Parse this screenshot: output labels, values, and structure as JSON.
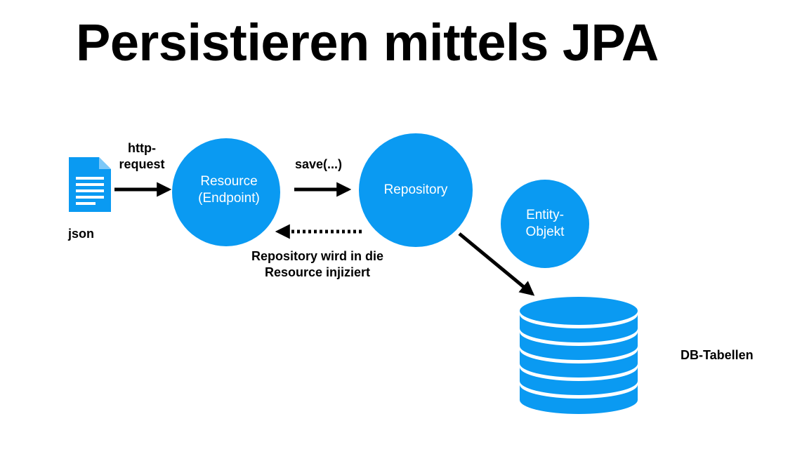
{
  "title": "Persistieren mittels JPA",
  "labels": {
    "http_line1": "http-",
    "http_line2": "request",
    "json": "json",
    "save": "save(...)",
    "inject_line1": "Repository wird in die",
    "inject_line2": "Resource injiziert",
    "db_tables": "DB-Tabellen"
  },
  "nodes": {
    "resource_line1": "Resource",
    "resource_line2": "(Endpoint)",
    "repository": "Repository",
    "entity_line1": "Entity-",
    "entity_line2": "Objekt"
  },
  "icons": {
    "document": "document-icon",
    "database": "database-icon"
  },
  "colors": {
    "accent": "#0a9af2",
    "text": "#000000",
    "node_text": "#ffffff"
  }
}
